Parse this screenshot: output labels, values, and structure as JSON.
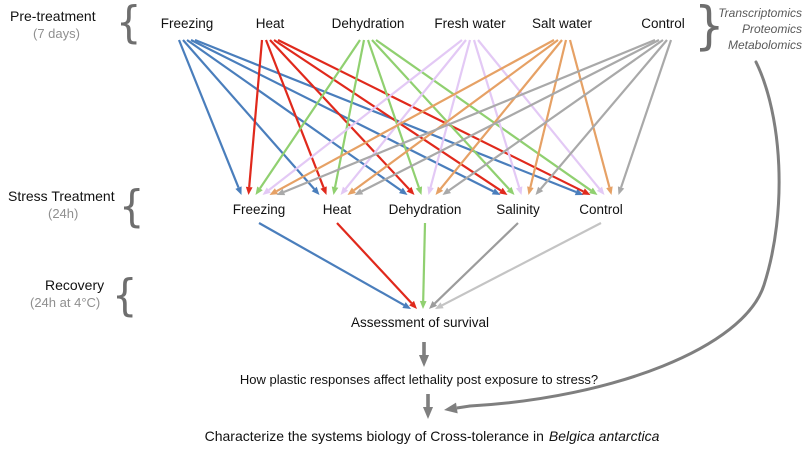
{
  "pretreatment": {
    "label": "Pre-treatment",
    "duration": "(7 days)",
    "treatments": [
      {
        "label": "Freezing",
        "color": "#4a7ebc"
      },
      {
        "label": "Heat",
        "color": "#e0291c"
      },
      {
        "label": "Dehydration",
        "color": "#90d070"
      },
      {
        "label": "Fresh water",
        "color": "#e3c9f5"
      },
      {
        "label": "Salt water",
        "color": "#e6a165"
      },
      {
        "label": "Control",
        "color": "#a9a9a9"
      }
    ]
  },
  "omics": {
    "items": [
      "Transcriptomics",
      "Proteomics",
      "Metabolomics"
    ]
  },
  "stress": {
    "label": "Stress Treatment",
    "duration": "(24h)",
    "treatments": [
      {
        "label": "Freezing",
        "color": "#4a7ebc"
      },
      {
        "label": "Heat",
        "color": "#e0291c"
      },
      {
        "label": "Dehydration",
        "color": "#90d070"
      },
      {
        "label": "Salinity",
        "color": "#9c9c9c"
      },
      {
        "label": "Control",
        "color": "#c4c4c4"
      }
    ]
  },
  "recovery": {
    "label": "Recovery",
    "duration": "(24h at 4°C)"
  },
  "assessment": "Assessment of survival",
  "question": "How plastic responses affect lethality post exposure to stress?",
  "conclusion": {
    "text": "Characterize the systems biology of Cross-tolerance in",
    "species": "Belgica antarctica"
  },
  "arrow_color": "#7f7f7f"
}
